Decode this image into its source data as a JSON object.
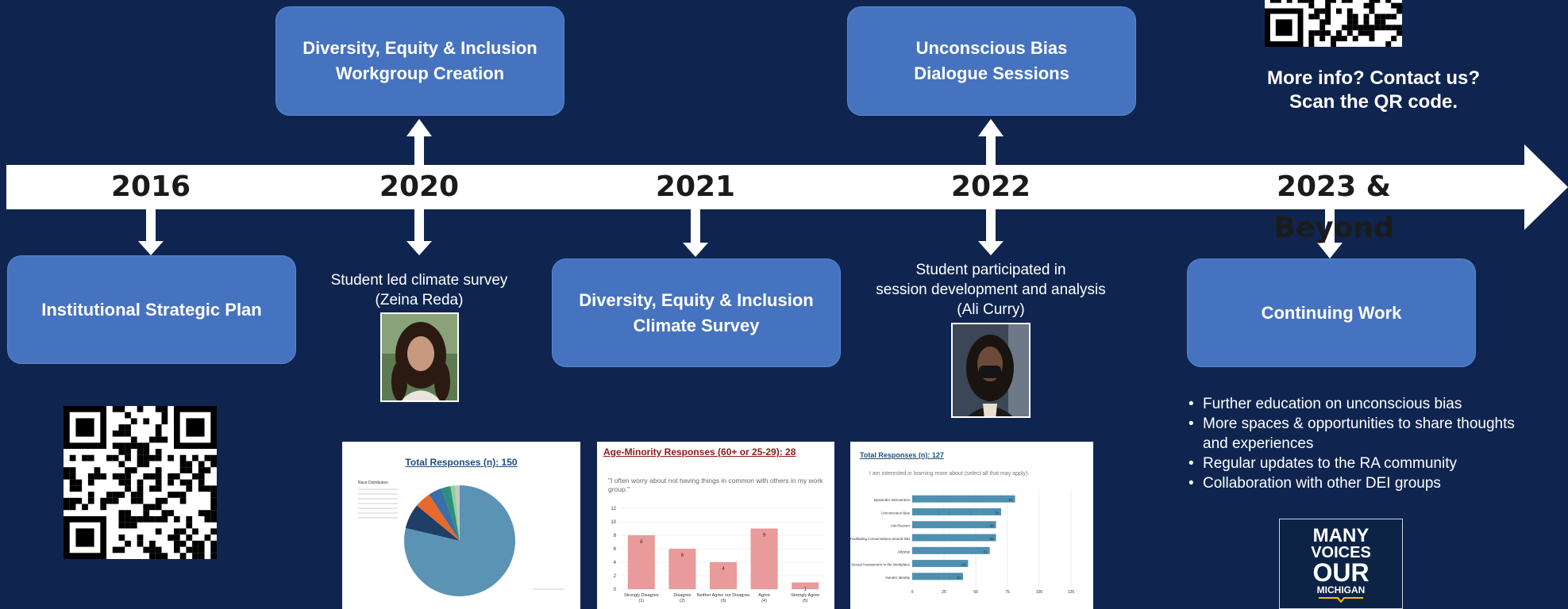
{
  "timeline": {
    "years": [
      "2016",
      "2020",
      "2021",
      "2022",
      "2023 & Beyond"
    ]
  },
  "boxes": {
    "dei_workgroup": "Diversity, Equity & Inclusion Workgroup Creation",
    "unconscious_bias_sessions": "Unconscious Bias Dialogue Sessions",
    "strategic_plan": "Institutional Strategic Plan",
    "climate_survey": "Diversity, Equity & Inclusion Climate Survey",
    "continuing_work": "Continuing Work"
  },
  "captions": {
    "zeina_line1": "Student led climate survey",
    "zeina_line2": "(Zeina Reda)",
    "ali_line1": "Student participated in",
    "ali_line2": "session development and analysis",
    "ali_line3": "(Ali Curry)"
  },
  "contact": {
    "line1": "More info? Contact us?",
    "line2": "Scan the QR code."
  },
  "continuing_items": [
    "Further education on unconscious bias",
    "More spaces & opportunities to share thoughts and experiences",
    "Regular updates to the RA community",
    "Collaboration with other DEI groups"
  ],
  "logo": {
    "line1": "MANY",
    "line2": "VOICES",
    "line3": "OUR",
    "line4": "MICHIGAN"
  },
  "charts": {
    "pie_title": "Total Responses (n): 150",
    "pie_legend_title": "Race Distribution",
    "bar_title": "Age-Minority Responses (60+ or 25-29): 28",
    "bar_quote": "\"I often worry about not having things in common with others in my work group.\"",
    "hbar_title": "Total Responses (n): 127",
    "hbar_subtitle": "I am interested in learning more about (select all that may apply):"
  },
  "chart_data": [
    {
      "type": "pie",
      "title": "Total Responses (n): 150",
      "values": [
        118,
        11,
        7,
        6,
        4,
        2,
        2
      ],
      "colors": [
        "#5b93b5",
        "#1f3f66",
        "#e8692b",
        "#3a6fa8",
        "#2e8f7a",
        "#8fd0a3",
        "#c6c6c6"
      ]
    },
    {
      "type": "bar",
      "title": "Age-Minority Responses (60+ or 25-29): 28",
      "categories": [
        "Strongly Disagree (1)",
        "Disagree (2)",
        "Neither Agree nor Disagree (3)",
        "Agree (4)",
        "Strongly Agree (5)"
      ],
      "values": [
        8,
        6,
        4,
        9,
        1
      ],
      "ylim": [
        0,
        12
      ],
      "yticks": [
        "0",
        "2",
        "4",
        "6",
        "8",
        "10",
        "12"
      ],
      "color": "#e99a9a"
    },
    {
      "type": "bar",
      "orientation": "horizontal",
      "title": "Total Responses (n): 127",
      "categories": [
        "Bystander Intervention",
        "Unconscious Bias",
        "Anti-Racism",
        "Facilitating Conversations around DEI",
        "Allyship",
        "Sexual Harassment in the Workplace",
        "Gender Identity"
      ],
      "values": [
        81,
        70,
        66,
        66,
        61,
        44,
        40
      ],
      "xlim": [
        0,
        125
      ],
      "xticks": [
        "0",
        "25",
        "50",
        "75",
        "100",
        "125"
      ],
      "color": "#4f8fb0"
    }
  ]
}
